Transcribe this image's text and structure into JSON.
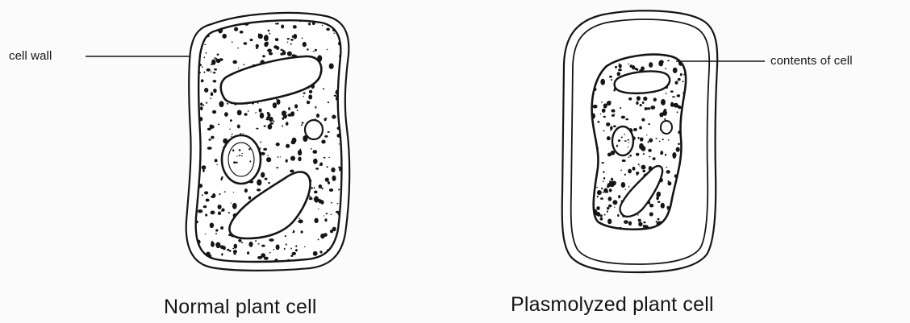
{
  "labels": {
    "cell_wall": "cell wall",
    "contents_of_cell": "contents of cell"
  },
  "captions": {
    "normal": "Normal plant cell",
    "plasmolyzed": "Plasmolyzed plant cell"
  },
  "colors": {
    "ink": "#151515",
    "paper": "#fbfbfb"
  }
}
